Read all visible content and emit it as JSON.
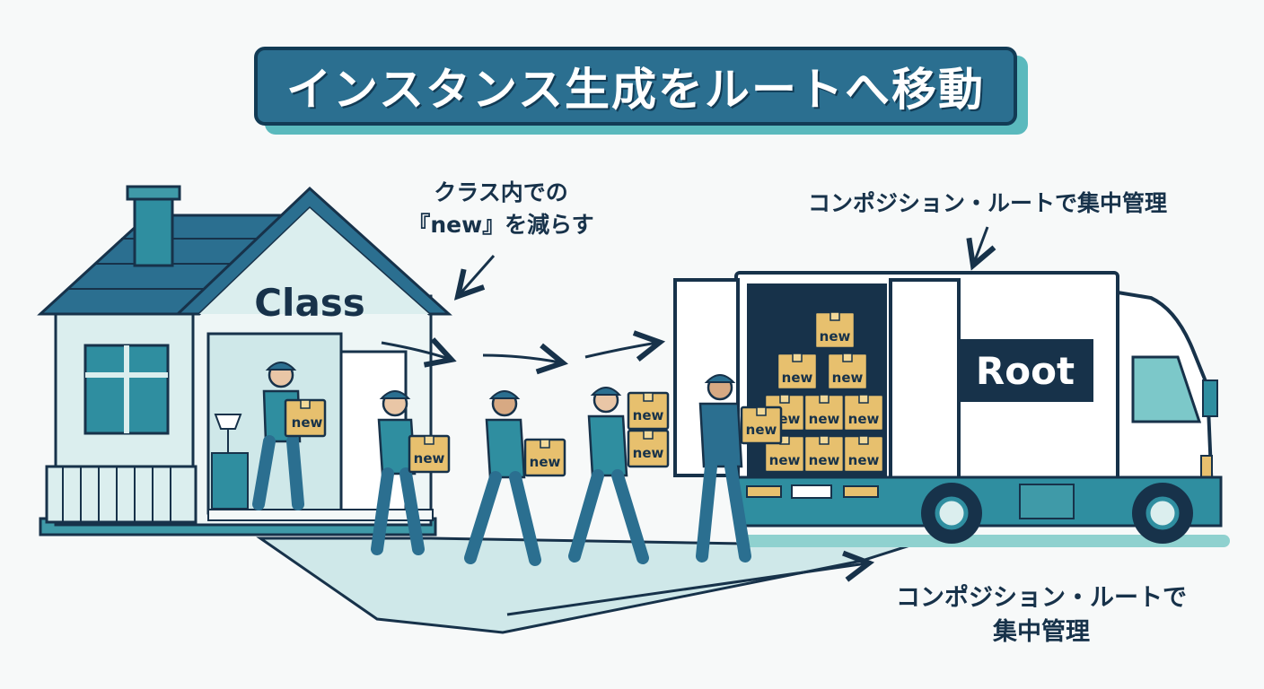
{
  "title": "インスタンス生成をルートへ移動",
  "house_label": "Class",
  "truck_label": "Root",
  "box_label": "new",
  "note_left": {
    "line1": "クラス内での",
    "line2": "『new』を減らす"
  },
  "note_top": "コンポジション・ルートで集中管理",
  "note_bottom": {
    "line1": "コンポジション・ルートで",
    "line2": "集中管理"
  },
  "colors": {
    "navy": "#17324a",
    "teal": "#2f8ea0",
    "light_teal": "#7cc8c9",
    "pale_teal": "#dbeeee",
    "box": "#e7c06e"
  }
}
